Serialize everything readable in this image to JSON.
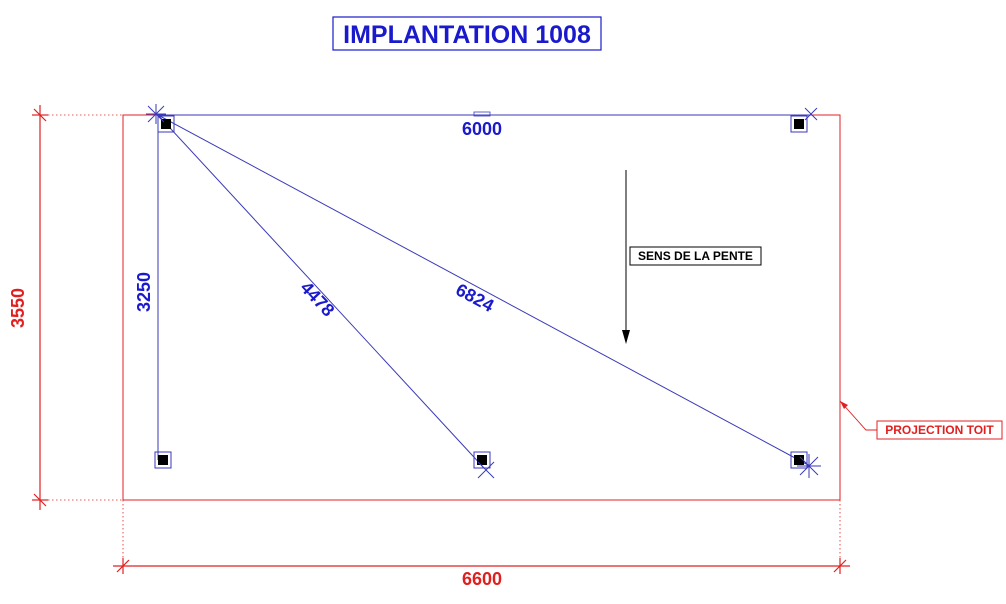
{
  "title": "IMPLANTATION 1008",
  "dimensions": {
    "top": "6000",
    "left_vertical": "3250",
    "diagonal_short": "4478",
    "diagonal_long": "6824",
    "overall_height": "3550",
    "overall_width": "6600"
  },
  "labels": {
    "slope": "SENS DE LA PENTE",
    "roof": "PROJECTION TOIT"
  },
  "colors": {
    "title_blue": "#1a1acc",
    "dimension_red": "#e02020",
    "line_blue": "#3a3ab8",
    "post_black": "#000000"
  }
}
